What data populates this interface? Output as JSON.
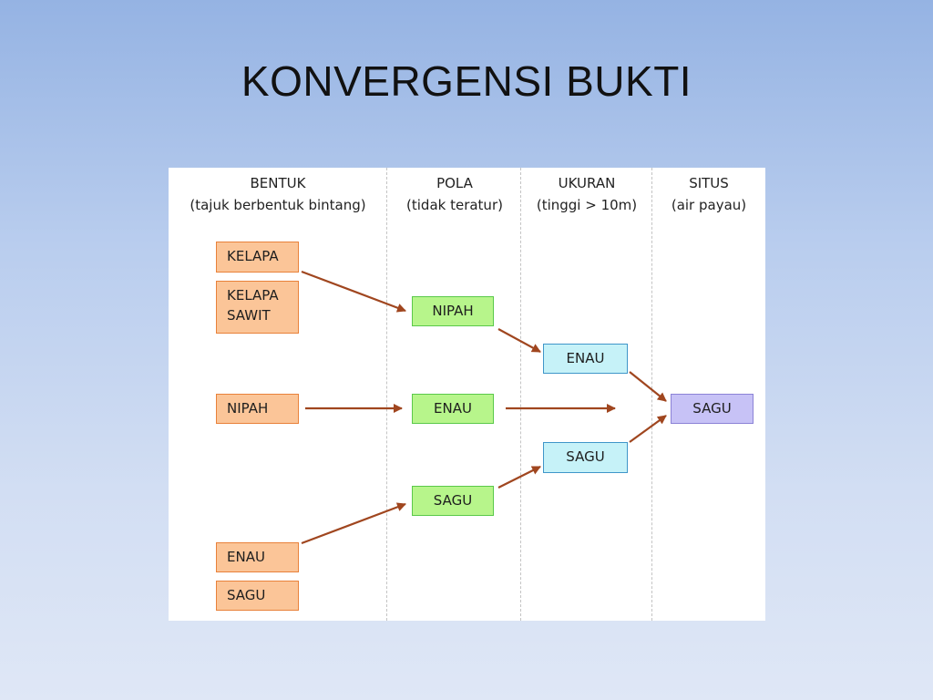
{
  "slide": {
    "title": "KONVERGENSI BUKTI"
  },
  "columns": [
    {
      "line1": "BENTUK",
      "line2": "(tajuk berbentuk bintang)"
    },
    {
      "line1": "POLA",
      "line2": "(tidak teratur)"
    },
    {
      "line1": "UKURAN",
      "line2": "(tinggi > 10m)"
    },
    {
      "line1": "SITUS",
      "line2": "(air payau)"
    }
  ],
  "boxes": {
    "bentuk": {
      "kelapa": "KELAPA",
      "kelapa_sawit": [
        "KELAPA",
        "SAWIT"
      ],
      "nipah": "NIPAH",
      "enau": "ENAU",
      "sagu": "SAGU"
    },
    "pola": {
      "nipah": "NIPAH",
      "enau": "ENAU",
      "sagu": "SAGU"
    },
    "ukuran": {
      "enau": "ENAU",
      "sagu": "SAGU"
    },
    "situs": {
      "sagu": "SAGU"
    }
  },
  "colors": {
    "bentuk_fill": "#fbc598",
    "pola_fill": "#b7f58b",
    "ukuran_fill": "#c6f2f8",
    "situs_fill": "#c7c2f6",
    "arrow": "#a0461f"
  }
}
